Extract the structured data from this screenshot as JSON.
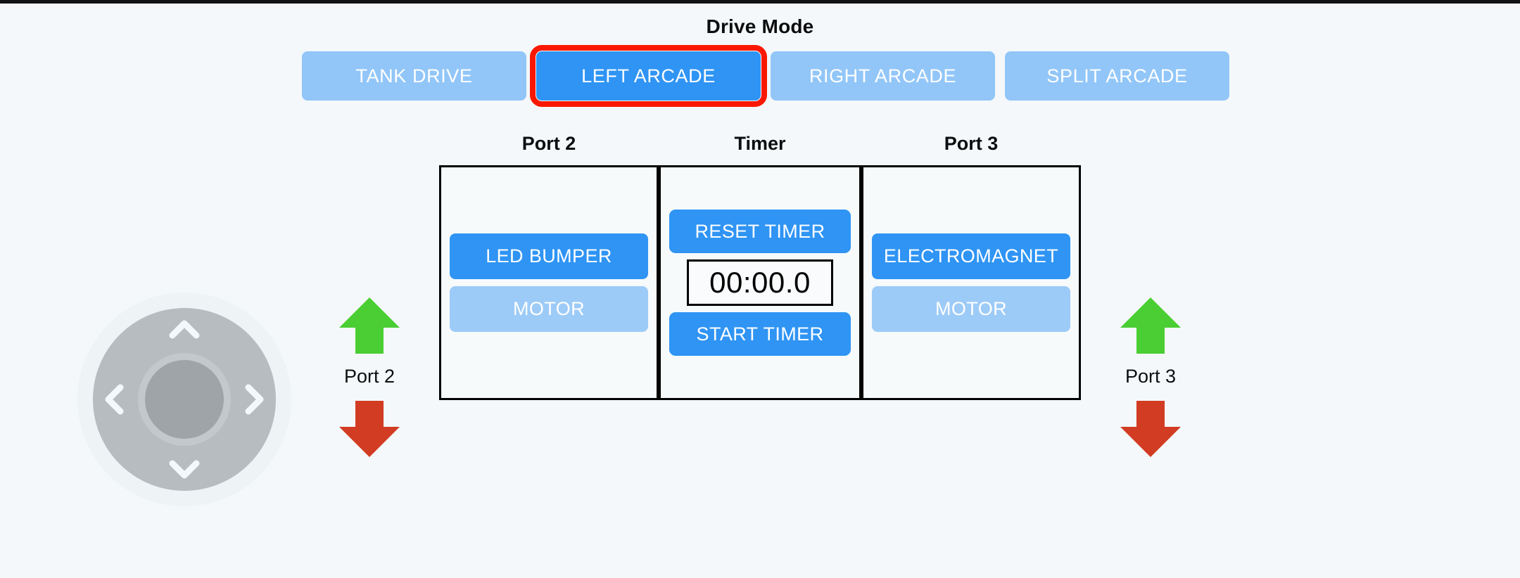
{
  "header": {
    "title": "Drive Mode"
  },
  "mode_bar": {
    "selected": "LEFT ARCADE",
    "highlight_color": "#fa1800",
    "active_color": "#2f94f4",
    "inactive_color": "#92c6f8",
    "buttons": [
      {
        "label": "TANK DRIVE",
        "active": false,
        "highlighted": false
      },
      {
        "label": "LEFT ARCADE",
        "active": true,
        "highlighted": true
      },
      {
        "label": "RIGHT ARCADE",
        "active": false,
        "highlighted": false
      },
      {
        "label": "SPLIT ARCADE",
        "active": false,
        "highlighted": false
      }
    ]
  },
  "panels": {
    "labels": {
      "port2": "Port 2",
      "timer": "Timer",
      "port3": "Port 3"
    },
    "port2": {
      "buttons": [
        {
          "label": "LED BUMPER",
          "state": "on"
        },
        {
          "label": "MOTOR",
          "state": "off"
        }
      ]
    },
    "timer": {
      "reset_label": "RESET TIMER",
      "display": "00:00.0",
      "start_label": "START TIMER"
    },
    "port3": {
      "buttons": [
        {
          "label": "ELECTROMAGNET",
          "state": "on"
        },
        {
          "label": "MOTOR",
          "state": "off"
        }
      ]
    }
  },
  "dpad": {
    "name": "directional-pad",
    "ring_color": "#b6bcc0",
    "hub_color": "#9ea4a8",
    "chevron_color": "#f5f8fa",
    "directions": [
      "up",
      "down",
      "left",
      "right"
    ]
  },
  "arrows": {
    "up_color": "#4ace33",
    "down_color": "#d13c22",
    "port2_label": "Port 2",
    "port3_label": "Port 3"
  }
}
